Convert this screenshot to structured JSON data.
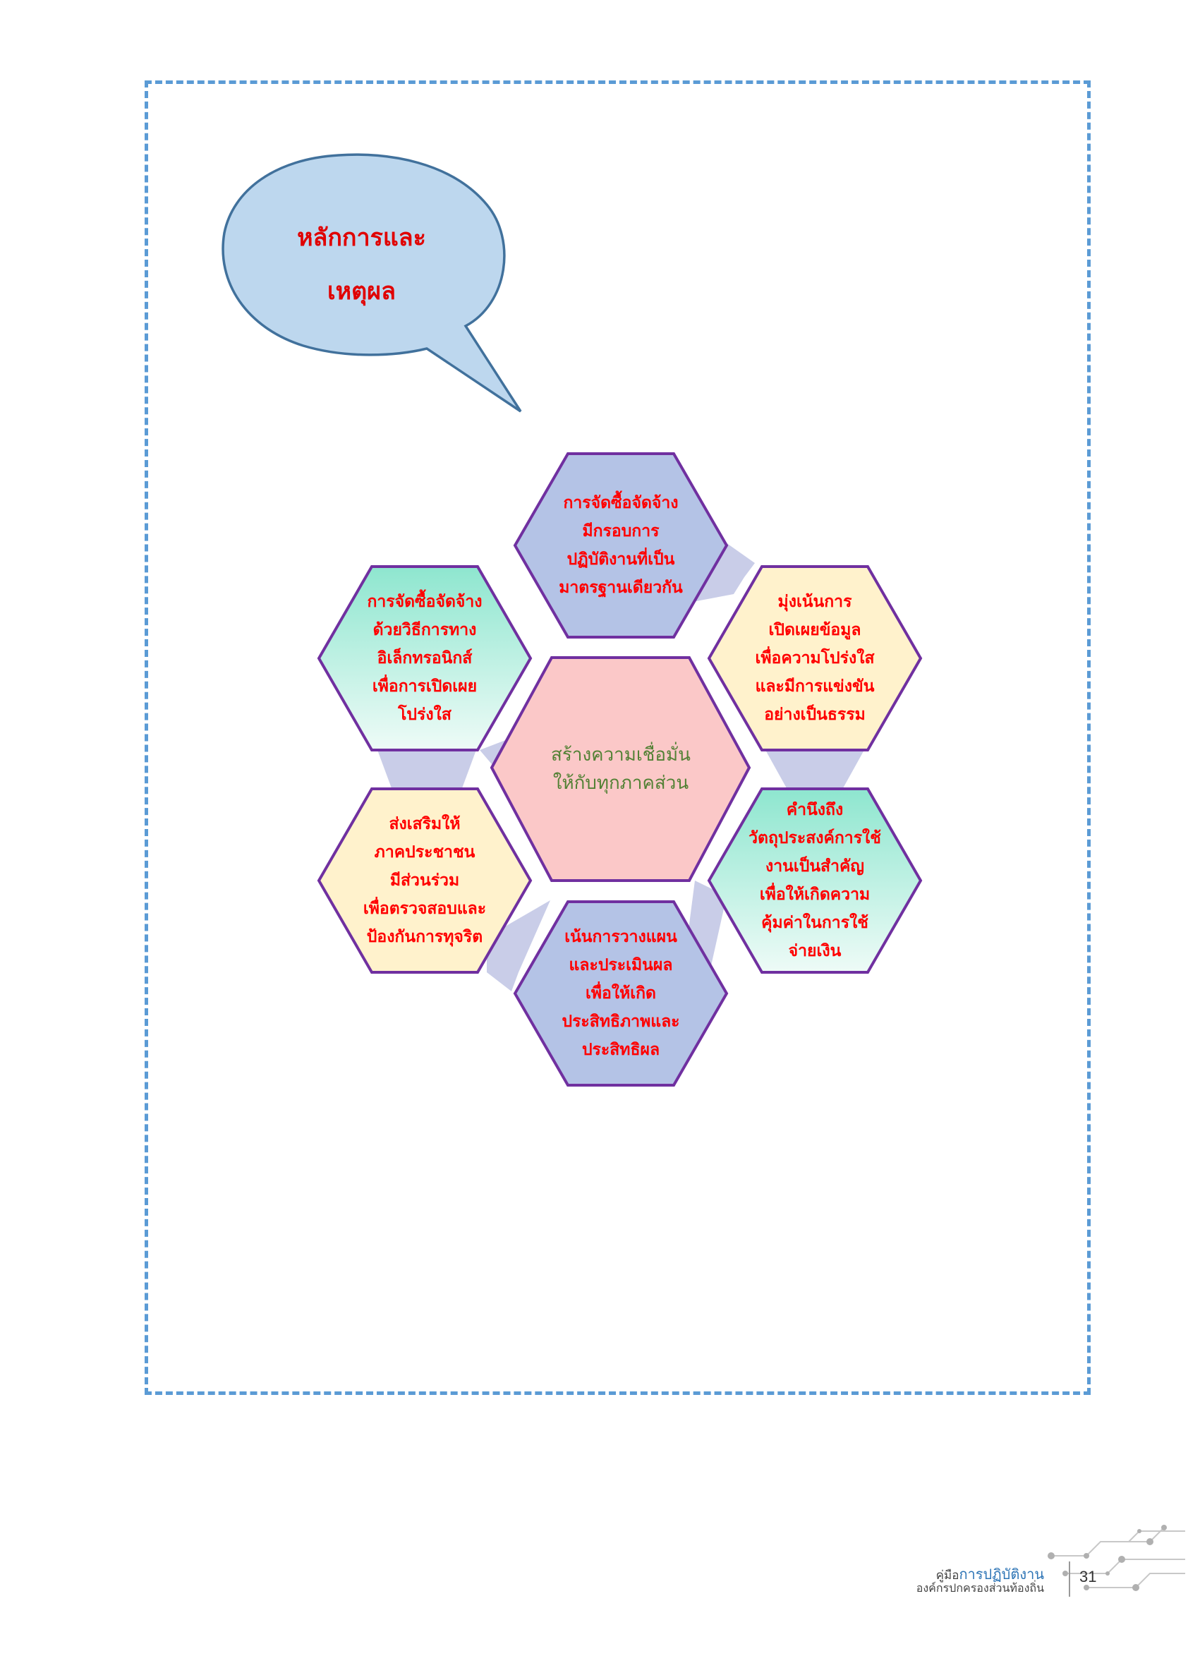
{
  "bubble": {
    "text": "หลักการและ\nเหตุผล"
  },
  "hexagons": {
    "center": "สร้างความเชื่อมั่น\nให้กับทุกภาคส่วน",
    "top": "การจัดซื้อจัดจ้าง\nมีกรอบการ\nปฏิบัติงานที่เป็น\nมาตรฐานเดียวกัน",
    "upper_right": "มุ่งเน้นการ\nเปิดเผยข้อมูล\nเพื่อความโปร่งใส\nและมีการแข่งขัน\nอย่างเป็นธรรม",
    "lower_right": "คำนึงถึง\nวัตถุประสงค์การใช้\nงานเป็นสำคัญ\nเพื่อให้เกิดความ\nคุ้มค่าในการใช้\nจ่ายเงิน",
    "bottom": "เน้นการวางแผน\nและประเมินผล\nเพื่อให้เกิด\nประสิทธิภาพและ\nประสิทธิผล",
    "lower_left": "ส่งเสริมให้\nภาคประชาชน\nมีส่วนร่วม\nเพื่อตรวจสอบและ\nป้องกันการทุจริต",
    "upper_left": "การจัดซื้อจัดจ้าง\nด้วยวิธีการทาง\nอิเล็กทรอนิกส์\nเพื่อการเปิดเผย\nโปร่งใส"
  },
  "colors": {
    "hex_border": "#7030a0",
    "center_fill": "#fbc8c8",
    "blue_fill": "#b4c3e6",
    "cream_fill": "#fff2cc",
    "mint_top": "#8ee6cf",
    "mint_bottom": "#eefbf7",
    "connector": "#c9cde8",
    "bubble_fill": "#bdd7ee",
    "bubble_border": "#41719c",
    "frame": "#5b9bd5"
  },
  "footer": {
    "title_prefix": "คู่มือ",
    "title_accent": "การปฏิบัติงาน",
    "subtitle": "องค์กรปกครองส่วนท้องถิ่น",
    "page_number": "31"
  }
}
